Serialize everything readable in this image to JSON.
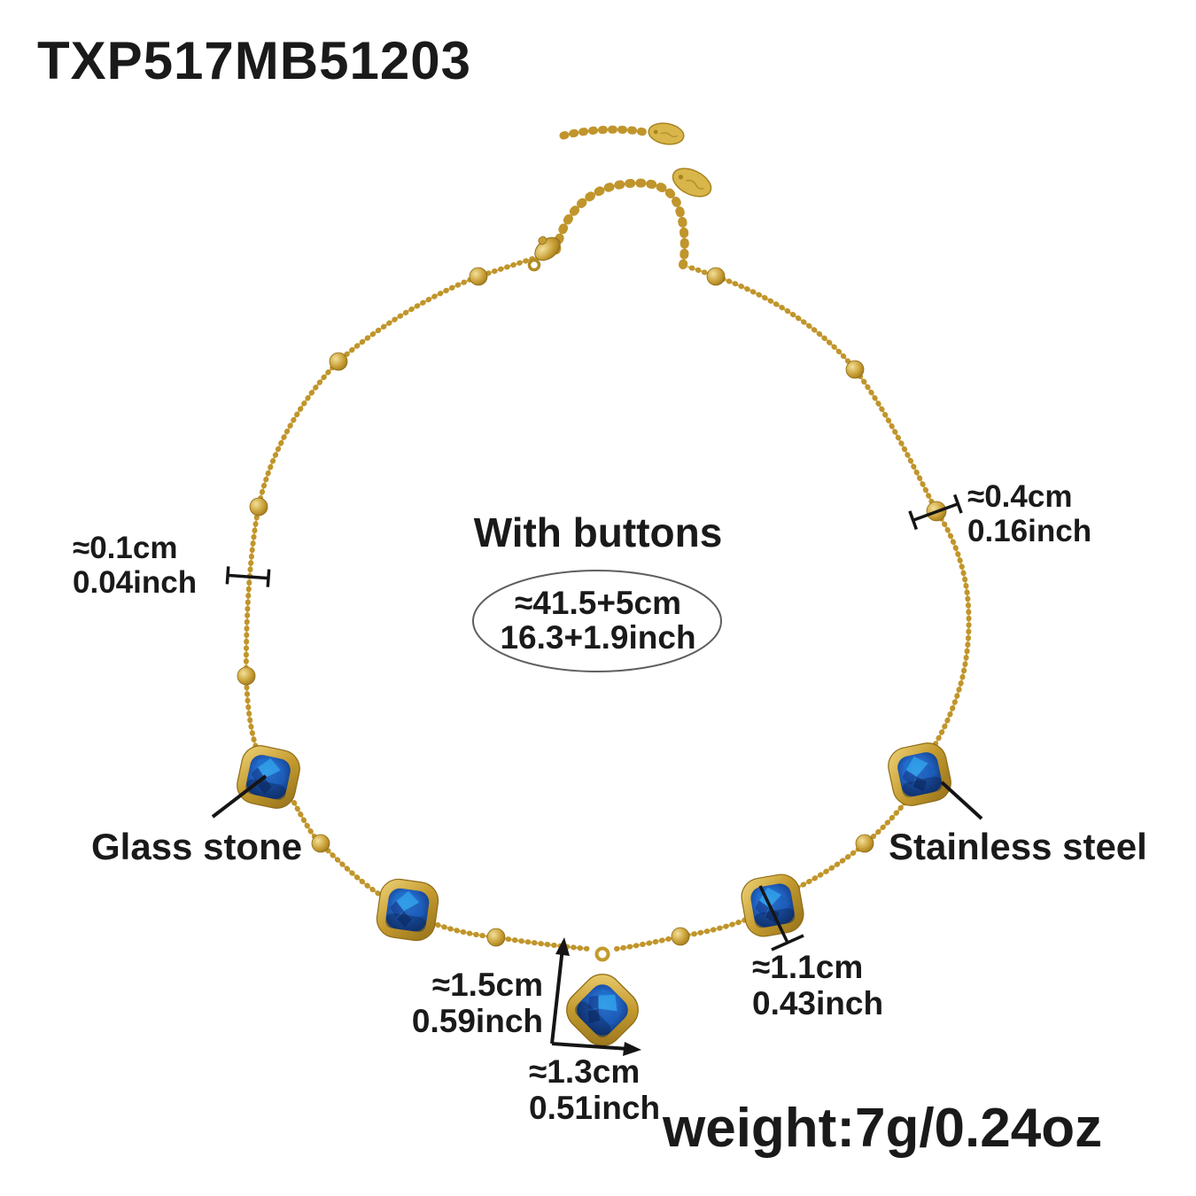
{
  "product": {
    "sku": "TXP517MB51203",
    "weight": "weight:7g/0.24oz"
  },
  "length_callout": {
    "title": "With buttons",
    "cm": "≈41.5+5cm",
    "inch": "16.3+1.9inch"
  },
  "measurements": {
    "chain_width_cm": "≈0.1cm",
    "chain_width_inch": "0.04inch",
    "bead_diameter_cm": "≈0.4cm",
    "bead_diameter_inch": "0.16inch",
    "pendant_height_cm": "≈1.5cm",
    "pendant_height_inch": "0.59inch",
    "pendant_width_cm": "≈1.3cm",
    "pendant_width_inch": "0.51inch",
    "station_stone_cm": "≈1.1cm",
    "station_stone_inch": "0.43inch"
  },
  "material_labels": {
    "glass_stone": "Glass stone",
    "stainless_steel": "Stainless steel"
  },
  "colors": {
    "gold_chain": "#c0952c",
    "gold_light": "#e8c96a",
    "gold_dark": "#8f6c17",
    "stone_blue": "#2264c4",
    "stone_blue_light": "#2f9fe8",
    "stone_blue_dark": "#0e2f6e",
    "annotation_black": "#151515",
    "oval_stroke": "#5f5f5f",
    "background": "#ffffff"
  }
}
